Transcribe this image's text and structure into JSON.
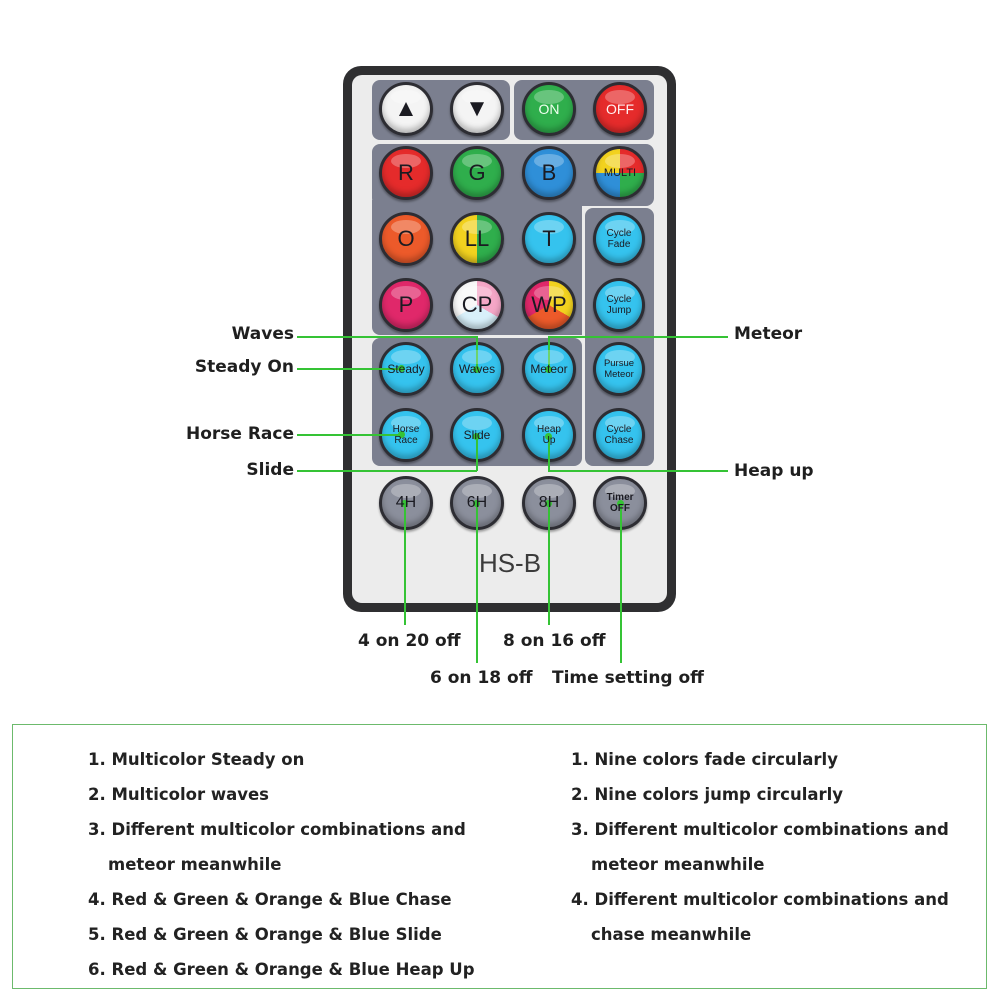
{
  "remote": {
    "model": "HS-B",
    "buttons": {
      "up": "▲",
      "down": "▼",
      "on": "ON",
      "off": "OFF",
      "r": "R",
      "g": "G",
      "b": "B",
      "multi": "MULTI",
      "o": "O",
      "ll": "LL",
      "t": "T",
      "p": "P",
      "cp": "CP",
      "wp": "WP",
      "cycle_fade": "Cycle Fade",
      "cycle_jump": "Cycle Jump",
      "pursue_meteor": "Pursue Meteor",
      "cycle_chase": "Cycle Chase",
      "steady": "Steady",
      "waves": "Waves",
      "meteor": "Meteor",
      "horse_race": "Horse Race",
      "slide": "Slide",
      "heap_up": "Heap Up",
      "h4": "4H",
      "h6": "6H",
      "h8": "8H",
      "timer_off": "Timer OFF"
    }
  },
  "callouts": {
    "waves": "Waves",
    "steady_on": "Steady On",
    "horse_race": "Horse Race",
    "slide": "Slide",
    "meteor": "Meteor",
    "heap_up": "Heap up",
    "four_on": "4 on 20 off",
    "six_on": "6 on 18 off",
    "eight_on": "8 on 16 off",
    "time_setting_off": "Time setting off"
  },
  "info": {
    "left": [
      "1. Multicolor Steady on",
      "2. Multicolor waves",
      "3. Different multicolor combinations and",
      "meteor meanwhile",
      "4. Red & Green & Orange & Blue Chase",
      "5. Red & Green & Orange & Blue Slide",
      "6. Red & Green & Orange & Blue Heap Up"
    ],
    "right": [
      "1. Nine colors fade circularly",
      "2. Nine colors jump circularly",
      "3. Different multicolor combinations and",
      "meteor meanwhile",
      "4. Different multicolor combinations and",
      "chase meanwhile"
    ]
  },
  "colors": {
    "green_line": "#35c335",
    "red": "#e52b2b",
    "green": "#2fae4c",
    "blue": "#2f8fd8",
    "cyan": "#35c3ee",
    "orange": "#ec5a2a",
    "pink": "#e0286a",
    "panel": "#7b7f8f"
  }
}
